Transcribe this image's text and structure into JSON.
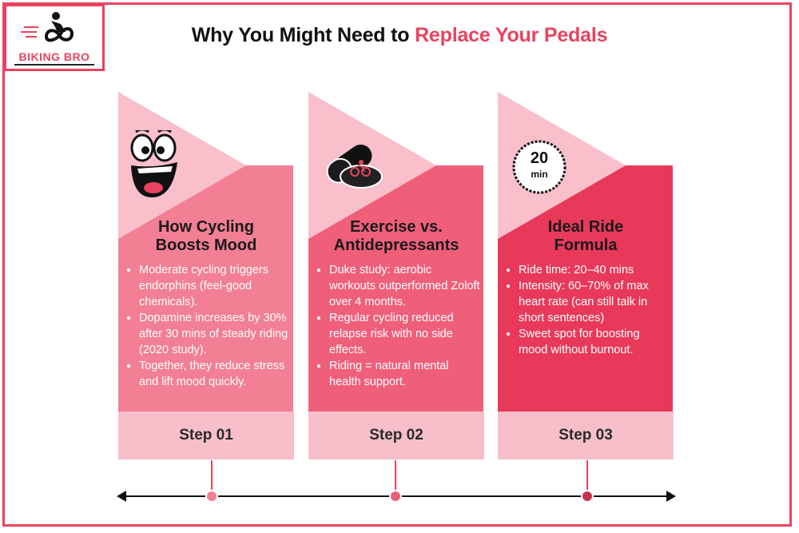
{
  "brand": {
    "name": "BIKING BRO",
    "color": "#e8435f"
  },
  "title": {
    "prefix": "Why You Might Need to ",
    "accent": "Replace Your Pedals"
  },
  "cards": [
    {
      "heading": "How Cycling Boosts Mood",
      "icon": "smiley-face-icon",
      "bullets": [
        "Moderate cycling triggers endorphins (feel-good chemicals).",
        "Dopamine increases by 30% after 30 mins of steady riding (2020 study).",
        "Together, they reduce stress and lift mood quickly."
      ],
      "step": "Step 01",
      "color": "#f27f94"
    },
    {
      "heading": "Exercise vs. Antidepressants",
      "icon": "pill-cyclist-icon",
      "bullets": [
        "Duke study: aerobic workouts outperformed Zoloft over 4 months.",
        "Regular cycling reduced relapse risk with no side effects.",
        "Riding = natural mental health support."
      ],
      "step": "Step 02",
      "color": "#ef5f7a"
    },
    {
      "heading": "Ideal Ride Formula",
      "icon": "timer-20-min-icon",
      "timer_value": "20",
      "timer_unit": "min",
      "bullets": [
        "Ride time: 20–40 mins",
        "Intensity: 60–70% of max heart rate (can still talk in short sentences)",
        "Sweet spot for boosting mood without burnout."
      ],
      "step": "Step 03",
      "color": "#e8395a"
    }
  ]
}
